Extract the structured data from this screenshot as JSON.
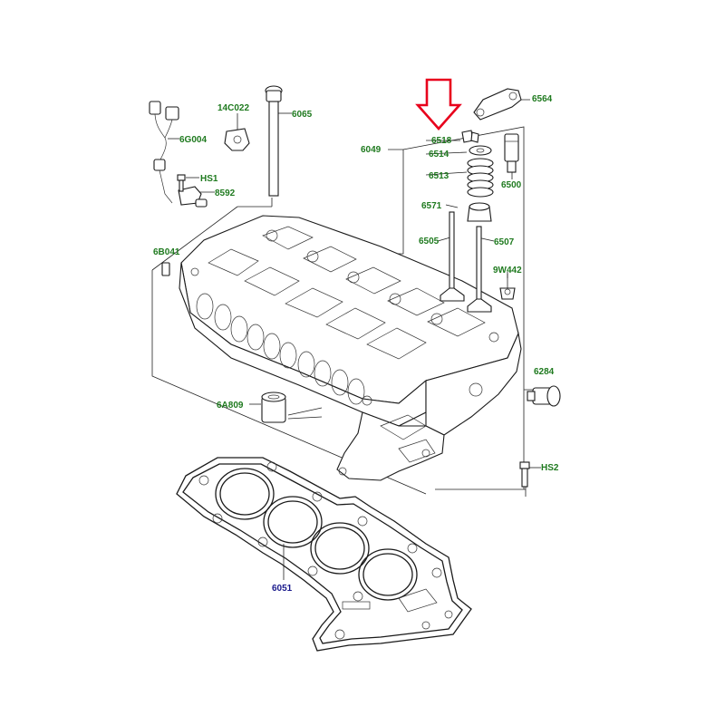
{
  "colors": {
    "callout_green": "#1f7a1f",
    "callout_blue": "#1a1a8c",
    "arrow_red": "#e8001c",
    "line": "#222222"
  },
  "callouts": {
    "p6564": "6564",
    "p6518": "6518",
    "p6514": "6514",
    "p6513": "6513",
    "p6500": "6500",
    "p6049": "6049",
    "p6571": "6571",
    "p6505": "6505",
    "p6507": "6507",
    "p9W442": "9W442",
    "p6284": "6284",
    "pHS2": "HS2",
    "p14C022": "14C022",
    "p6065": "6065",
    "p6G004": "6G004",
    "pHS1": "HS1",
    "p8592": "8592",
    "p6B041": "6B041",
    "p6A809": "6A809",
    "p6051": "6051"
  },
  "indicator": {
    "icon": "down-arrow-icon",
    "points_to": "6518"
  }
}
